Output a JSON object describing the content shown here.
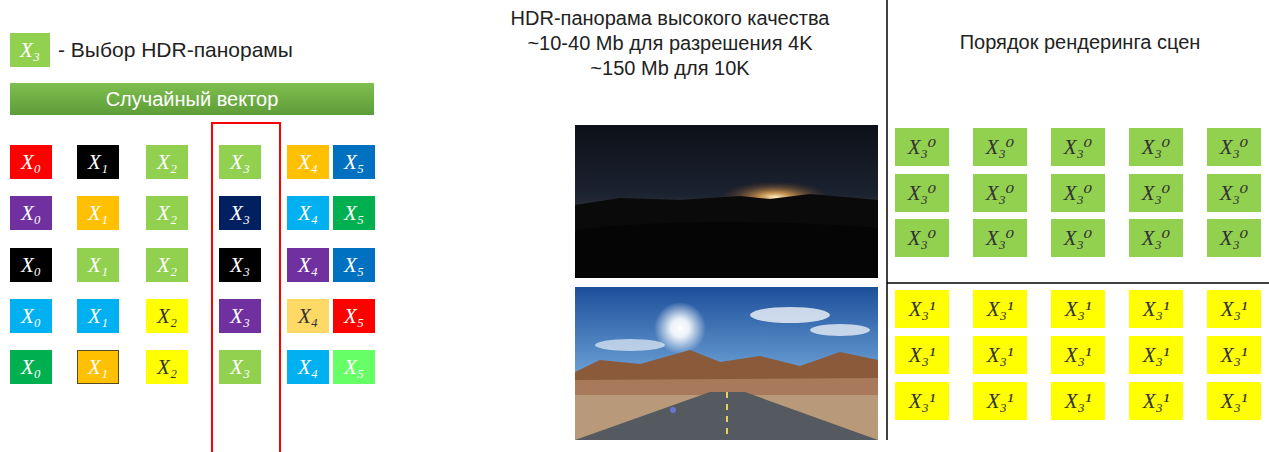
{
  "diagram": {
    "nodes": [
      {
        "text": [
          "X₃"
        ]
      },
      {
        "text": [
          "Случайный вектор"
        ]
      },
      {
        "text": [
          "X₀"
        ]
      },
      {
        "text": [
          "X₁"
        ]
      },
      {
        "text": [
          "X₂"
        ]
      },
      {
        "text": [
          "X₃"
        ]
      },
      {
        "text": [
          "X₄"
        ]
      },
      {
        "text": [
          "X₅"
        ]
      },
      {
        "text": [
          "X₀"
        ]
      },
      {
        "text": [
          "X₁"
        ]
      },
      {
        "text": [
          "X₂"
        ]
      },
      {
        "text": [
          "X₃"
        ]
      },
      {
        "text": [
          "X₄"
        ]
      },
      {
        "text": [
          "X₅"
        ]
      },
      {
        "text": [
          "X₀"
        ]
      },
      {
        "text": [
          "X₁"
        ]
      },
      {
        "text": [
          "X₂"
        ]
      },
      {
        "text": [
          "X₃"
        ]
      },
      {
        "text": [
          "X₄"
        ]
      },
      {
        "text": [
          "X₅"
        ]
      },
      {
        "text": [
          "X₀"
        ]
      },
      {
        "text": [
          "X₁"
        ]
      },
      {
        "text": [
          "X₂"
        ]
      },
      {
        "text": [
          "X₃"
        ]
      },
      {
        "text": [
          "X₄"
        ]
      },
      {
        "text": [
          "X₅"
        ]
      },
      {
        "text": [
          "X₀"
        ]
      },
      {
        "text": [
          "X₁"
        ]
      },
      {
        "text": [
          "X₂"
        ]
      },
      {
        "text": [
          "X₃"
        ]
      },
      {
        "text": [
          "X₄"
        ]
      },
      {
        "text": [
          "X₅"
        ]
      },
      {
        "text": [
          "X₃⁰"
        ]
      },
      {
        "text": [
          "X₃⁰"
        ]
      },
      {
        "text": [
          "X₃⁰"
        ]
      },
      {
        "text": [
          "X₃⁰"
        ]
      },
      {
        "text": [
          "X₃⁰"
        ]
      },
      {
        "text": [
          "X₃⁰"
        ]
      },
      {
        "text": [
          "X₃⁰"
        ]
      },
      {
        "text": [
          "X₃⁰"
        ]
      },
      {
        "text": [
          "X₃⁰"
        ]
      },
      {
        "text": [
          "X₃⁰"
        ]
      },
      {
        "text": [
          "X₃⁰"
        ]
      },
      {
        "text": [
          "X₃⁰"
        ]
      },
      {
        "text": [
          "X₃⁰"
        ]
      },
      {
        "text": [
          "X₃⁰"
        ]
      },
      {
        "text": [
          "X₃⁰"
        ]
      },
      {
        "text": [
          "X₃¹"
        ]
      },
      {
        "text": [
          "X₃¹"
        ]
      },
      {
        "text": [
          "X₃¹"
        ]
      },
      {
        "text": [
          "X₃¹"
        ]
      },
      {
        "text": [
          "X₃¹"
        ]
      },
      {
        "text": [
          "X₃¹"
        ]
      },
      {
        "text": [
          "X₃¹"
        ]
      },
      {
        "text": [
          "X₃¹"
        ]
      },
      {
        "text": [
          "X₃¹"
        ]
      },
      {
        "text": [
          "X₃¹"
        ]
      },
      {
        "text": [
          "X₃¹"
        ]
      },
      {
        "text": [
          "X₃¹"
        ]
      },
      {
        "text": [
          "X₃¹"
        ]
      },
      {
        "text": [
          "X₃¹"
        ]
      },
      {
        "text": [
          "X₃¹"
        ]
      }
    ],
    "labels": [
      "- Выбор HDR-панорамы",
      "HDR-панорама высокого качества",
      "~10-40 Mb для разрешения 4K",
      "~150 Mb для 10K",
      "Порядок рендеринга сцен"
    ]
  }
}
